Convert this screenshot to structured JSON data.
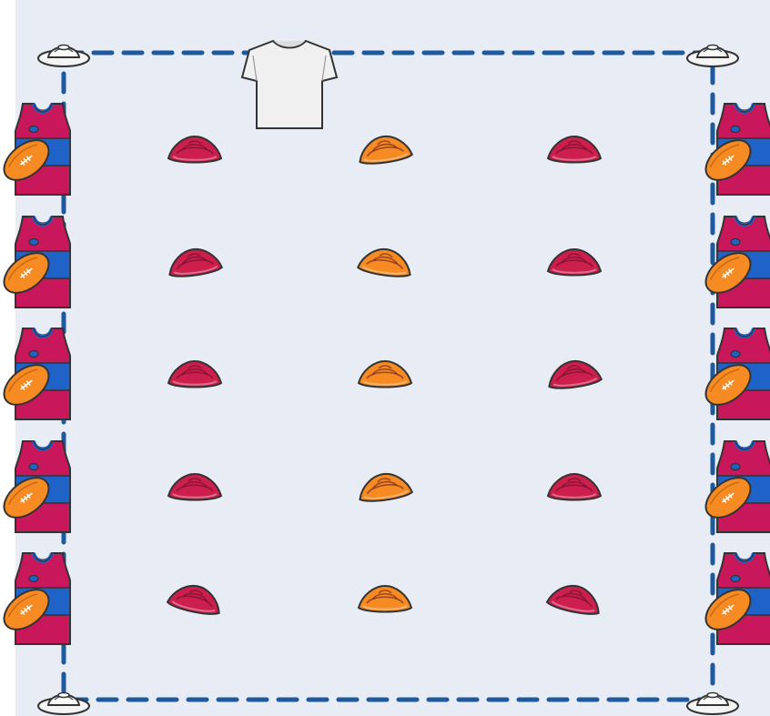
{
  "diagram": {
    "colors": {
      "field_background": "#E8ECF4",
      "boundary_line": "#1F5A9E",
      "boundary_cone": "#F4F4F4",
      "red_cone": "#CC1F4E",
      "orange_cone": "#F58B22",
      "guernsey_red": "#C8175A",
      "guernsey_blue": "#1F62C8",
      "football": "#F58B22",
      "bib": "#F0F0F0"
    },
    "boundary": {
      "line_style": "dashed",
      "corner_markers": [
        {
          "id": "top-left",
          "icon": "white-cone-icon"
        },
        {
          "id": "top-right",
          "icon": "white-cone-icon"
        },
        {
          "id": "bottom-left",
          "icon": "white-cone-icon"
        },
        {
          "id": "bottom-right",
          "icon": "white-cone-icon"
        }
      ]
    },
    "coach_bib": {
      "icon": "white-tshirt-icon"
    },
    "cone_grid": {
      "rows": 5,
      "columns": [
        {
          "id": "left",
          "color": "red",
          "icon": "red-cone-icon"
        },
        {
          "id": "center",
          "color": "orange",
          "icon": "orange-cone-icon"
        },
        {
          "id": "right",
          "color": "red",
          "icon": "red-cone-icon"
        }
      ]
    },
    "players": {
      "left_side": 5,
      "right_side": 5,
      "icon": "guernsey-with-football-icon"
    }
  }
}
